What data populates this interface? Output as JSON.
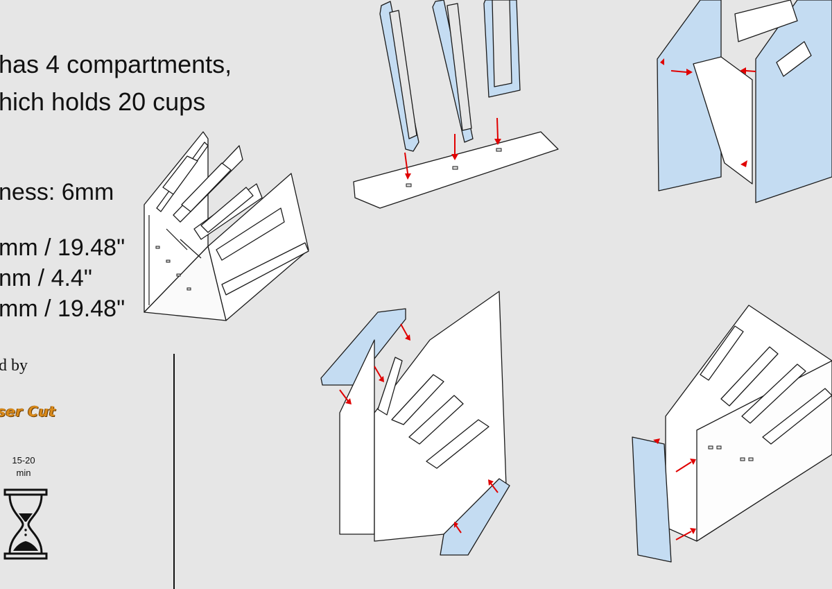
{
  "description": {
    "line1": "has 4 compartments,",
    "line2": "hich holds 20 cups",
    "thickness": "ness: 6mm",
    "dim1": "mm / 19.48\"",
    "dim2": "nm / 4.4\"",
    "dim3": "mm / 19.48\""
  },
  "credit": {
    "designed_by": "d by",
    "logo_text": "ser Cut"
  },
  "time": {
    "value": "15-20",
    "unit": "min",
    "icon": "hourglass-icon"
  },
  "colors": {
    "background": "#e6e6e6",
    "part_white": "#ffffff",
    "part_highlight": "#c4dcf2",
    "arrow": "#e00000"
  }
}
